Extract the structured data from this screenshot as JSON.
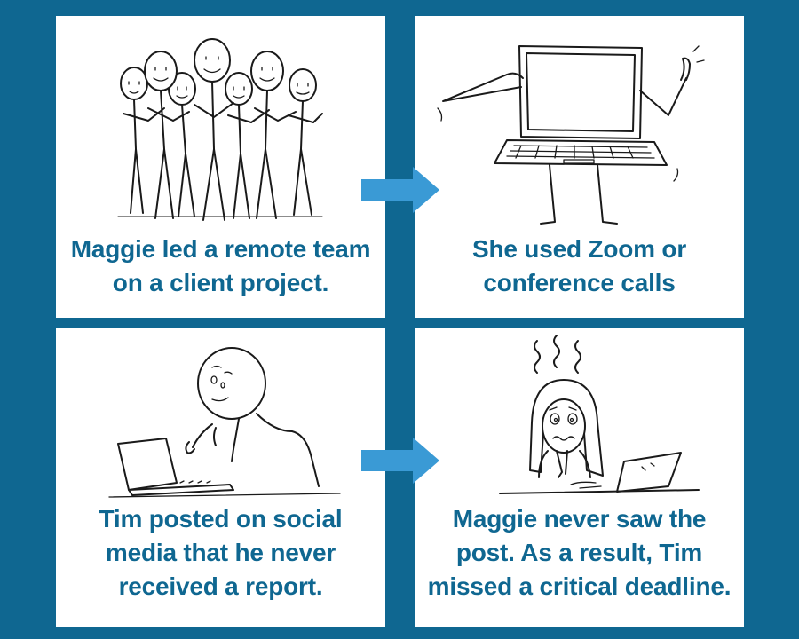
{
  "colors": {
    "background": "#0f6791",
    "panel": "#ffffff",
    "caption_text": "#0f6791",
    "arrow": "#3a9ad5"
  },
  "panels": [
    {
      "illustration": "group-of-stick-people-icon",
      "caption_lines": [
        "Maggie led a remote team",
        "on a client project."
      ]
    },
    {
      "illustration": "laptop-character-pointing-icon",
      "caption_lines": [
        "She used Zoom or",
        "conference calls"
      ]
    },
    {
      "illustration": "man-typing-on-laptop-icon",
      "caption_lines": [
        "Tim posted on social",
        "media that he never",
        "received a report."
      ]
    },
    {
      "illustration": "stressed-woman-at-laptop-icon",
      "caption_lines": [
        "Maggie never saw the",
        "post. As a result, Tim",
        "missed a critical deadline."
      ]
    }
  ],
  "arrows": [
    "right-arrow-icon",
    "right-arrow-icon"
  ]
}
